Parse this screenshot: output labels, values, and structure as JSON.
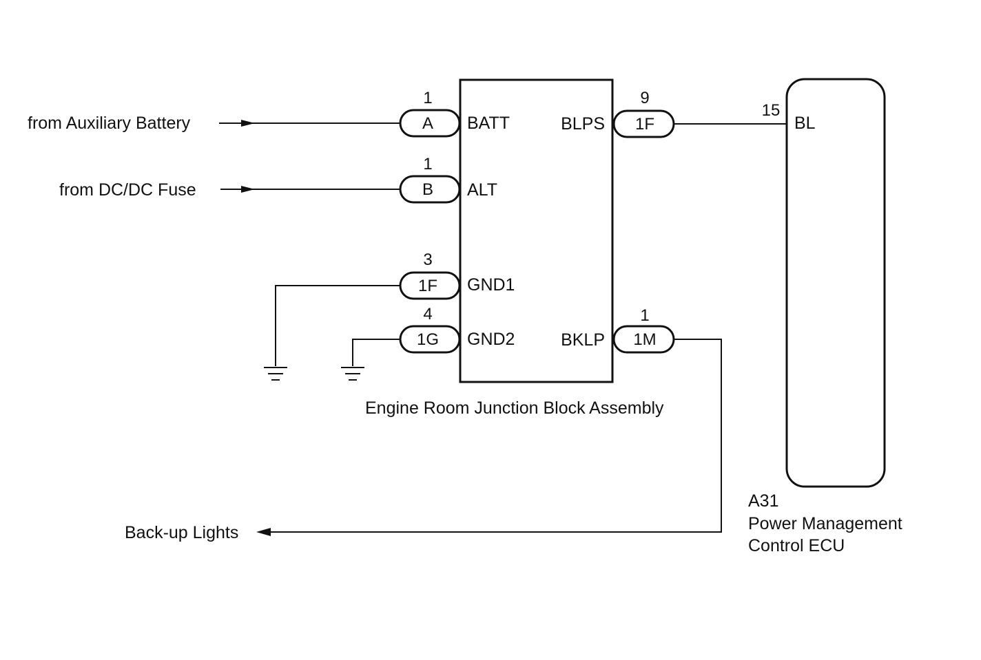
{
  "inputs": {
    "aux_battery": "from Auxiliary Battery",
    "dcdc_fuse": "from DC/DC Fuse"
  },
  "output": {
    "backup_lights": "Back-up Lights"
  },
  "junction_block": {
    "name": "Engine Room Junction Block Assembly",
    "terminals": {
      "batt": {
        "label": "BATT",
        "connector": "A",
        "pin": "1"
      },
      "alt": {
        "label": "ALT",
        "connector": "B",
        "pin": "1"
      },
      "gnd1": {
        "label": "GND1",
        "connector": "1F",
        "pin": "3"
      },
      "gnd2": {
        "label": "GND2",
        "connector": "1G",
        "pin": "4"
      },
      "blps": {
        "label": "BLPS",
        "connector": "1F",
        "pin": "9"
      },
      "bklp": {
        "label": "BKLP",
        "connector": "1M",
        "pin": "1"
      }
    }
  },
  "ecu": {
    "code": "A31",
    "name_line1": "Power Management",
    "name_line2": "Control ECU",
    "terminal": {
      "label": "BL",
      "pin": "15"
    }
  }
}
